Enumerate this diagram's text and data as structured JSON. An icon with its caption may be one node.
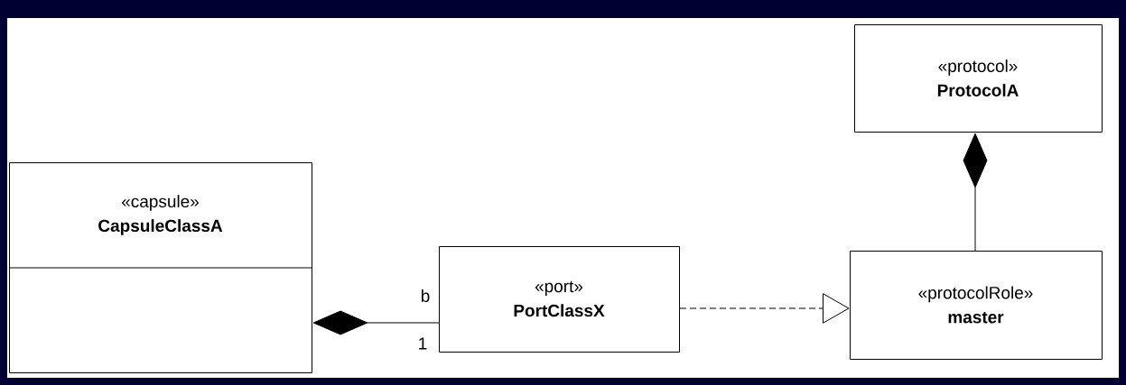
{
  "diagram": {
    "nodes": [
      {
        "text": [
          "«capsule»",
          "CapsuleClassA"
        ]
      },
      {
        "text": [
          "«port»",
          "PortClassX"
        ]
      },
      {
        "text": [
          "«protocol»",
          "ProtocolA"
        ]
      },
      {
        "text": [
          "«protocolRole»",
          "master"
        ]
      }
    ],
    "edges": [
      {
        "from": 1,
        "to": 0,
        "arrow": "other"
      },
      {
        "from": 1,
        "to": 3,
        "arrow": "to",
        "style": "dashed"
      },
      {
        "from": 3,
        "to": 2,
        "arrow": "other"
      }
    ],
    "labels": [
      "b",
      "1"
    ]
  }
}
